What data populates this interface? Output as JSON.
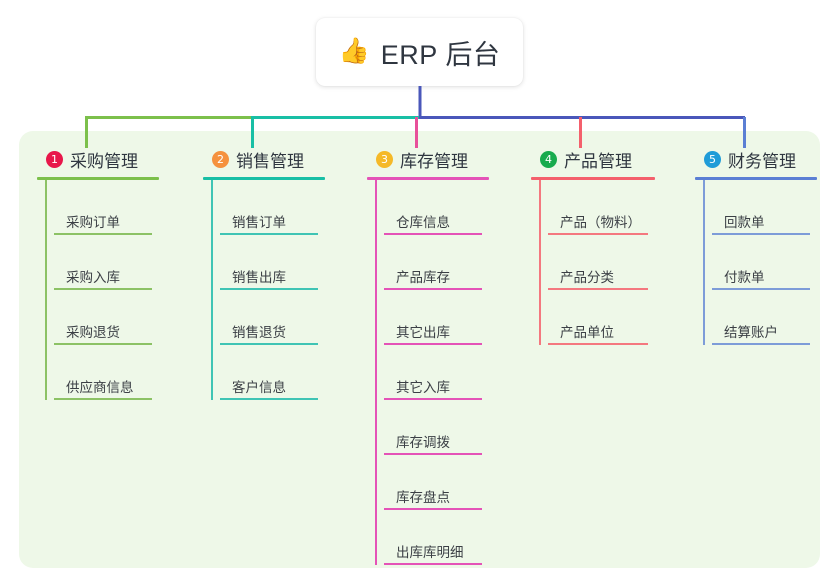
{
  "root": {
    "icon": "thumbs-up-icon",
    "icon_glyph": "👍",
    "title": "ERP 后台"
  },
  "panel": {
    "background_color": "#eef8e8"
  },
  "connector_colors": {
    "segment_left": "#7cc04b",
    "segment_middle": "#18bfa5",
    "segment_right": "#4a57ba",
    "drop_1": "#7cc04b",
    "drop_2": "#18bfa5",
    "drop_3": "#e8509a",
    "drop_4": "#f4606c",
    "drop_5": "#5b7fd4",
    "root_stem": "#4a57ba"
  },
  "branches": [
    {
      "number": "1",
      "title": "采购管理",
      "badge_color": "#e8174a",
      "rule_color": "#7cc04b",
      "line_color": "#92c濃"
    },
    {
      "number": "2",
      "title": "销售管理",
      "badge_color": "#f5923e",
      "rule_color": "#18bfa5"
    },
    {
      "number": "3",
      "title": "库存管理",
      "badge_color": "#f5b928",
      "rule_color": "#e453b7"
    },
    {
      "number": "4",
      "title": "产品管理",
      "badge_color": "#18ab4e",
      "rule_color": "#f4606c"
    },
    {
      "number": "5",
      "title": "财务管理",
      "badge_color": "#1f9cd8",
      "rule_color": "#5b7fd4"
    }
  ],
  "branch_items": [
    [
      "采购订单",
      "采购入库",
      "采购退货",
      "供应商信息"
    ],
    [
      "销售订单",
      "销售出库",
      "销售退货",
      "客户信息"
    ],
    [
      "仓库信息",
      "产品库存",
      "其它出库",
      "其它入库",
      "库存调拨",
      "库存盘点",
      "出库库明细"
    ],
    [
      "产品（物料）",
      "产品分类",
      "产品单位"
    ],
    [
      "回款单",
      "付款单",
      "结算账户"
    ]
  ],
  "leaf_line_colors": [
    "#8cc265",
    "#3fc4b4",
    "#e453b7",
    "#f4787f",
    "#7d9cd8"
  ]
}
